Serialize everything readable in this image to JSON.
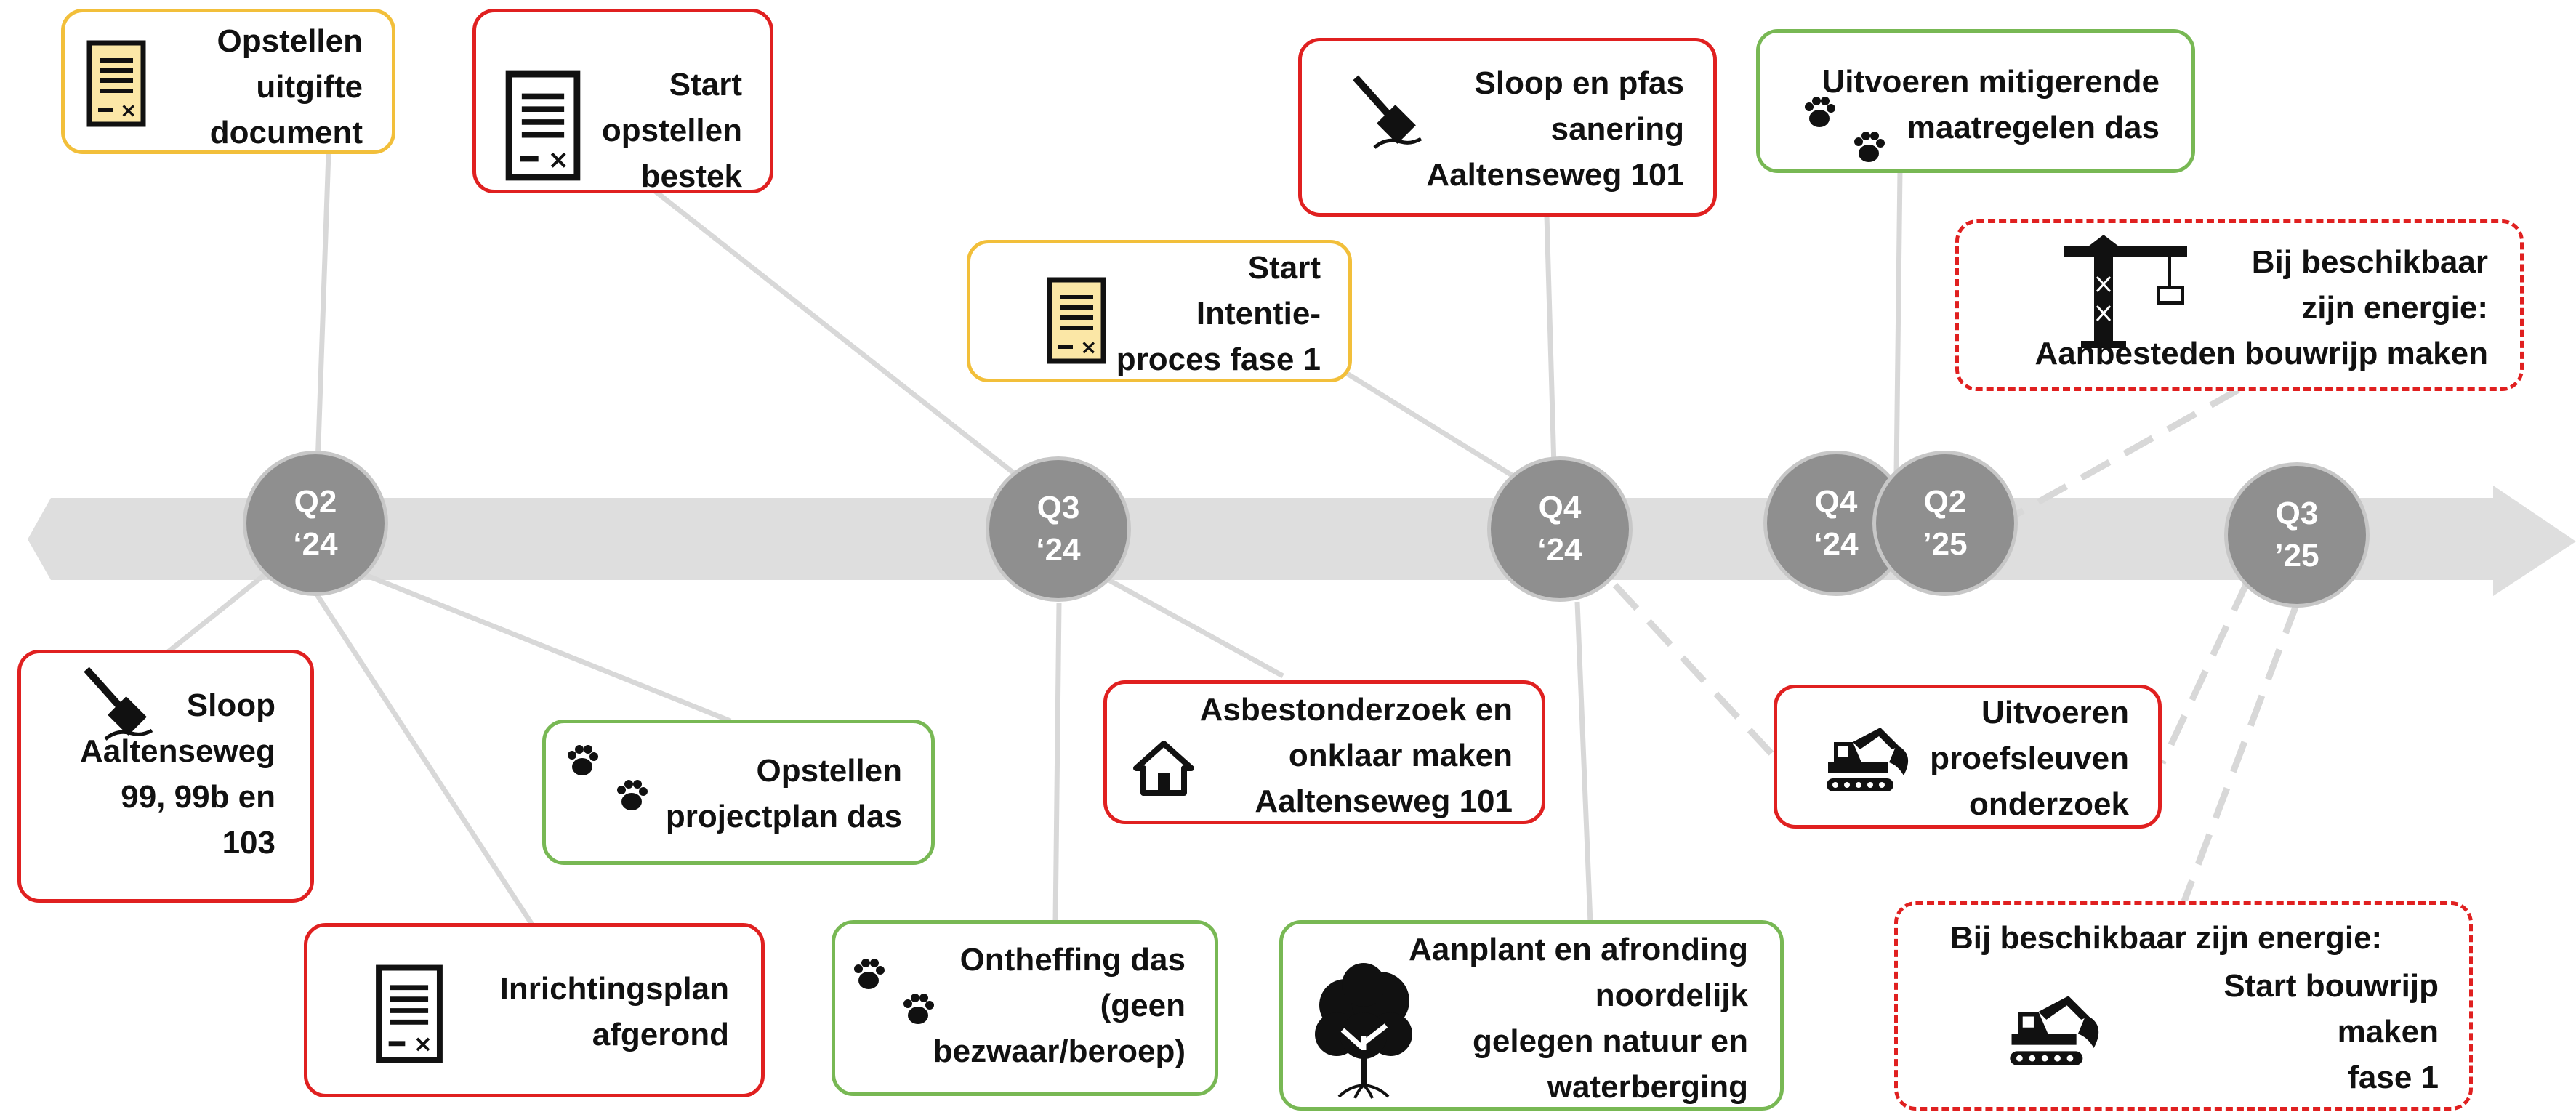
{
  "timeline": {
    "nodes": [
      {
        "id": "q2-24",
        "label": "Q2\n‘24"
      },
      {
        "id": "q3-24",
        "label": "Q3\n‘24"
      },
      {
        "id": "q4-24",
        "label": "Q4\n‘24"
      },
      {
        "id": "q4-24b",
        "label": "Q4\n‘24"
      },
      {
        "id": "q2-25",
        "label": "Q2\n’25"
      },
      {
        "id": "q3-25",
        "label": "Q3\n’25"
      }
    ]
  },
  "milestones": {
    "opstellen_uitgifte": {
      "text": "Opstellen\nuitgifte\ndocument",
      "status": "yellow",
      "icon": "document-icon"
    },
    "start_opstellen_bestek": {
      "text": "Start\nopstellen\nbestek",
      "status": "red",
      "icon": "document-icon"
    },
    "start_intentieproces": {
      "text": "Start\nIntentie-\nproces fase 1",
      "status": "yellow",
      "icon": "document-icon"
    },
    "sloop_pfas": {
      "text": "Sloop en pfas\nsanering\nAaltenseweg 101",
      "status": "red",
      "icon": "hammer-icon"
    },
    "mitigerende_maatregelen": {
      "text": "Uitvoeren mitigerende\nmaatregelen das",
      "status": "green",
      "icon": "paw-icon"
    },
    "aanbesteden_bouwrijp": {
      "text": "Bij beschikbaar\nzijn energie:\nAanbesteden bouwrijp maken",
      "status": "dashed-red",
      "icon": "crane-icon"
    },
    "sloop_aaltenseweg": {
      "text": "Sloop\nAaltenseweg\n99, 99b en\n103",
      "status": "red",
      "icon": "hammer-icon"
    },
    "inrichtingsplan": {
      "text": "Inrichtingsplan\nafgerond",
      "status": "red",
      "icon": "document-icon"
    },
    "projectplan_das": {
      "text": "Opstellen\nprojectplan das",
      "status": "green",
      "icon": "paw-icon"
    },
    "ontheffing_das": {
      "text": "Ontheffing das\n(geen\nbezwaar/beroep)",
      "status": "green",
      "icon": "paw-icon"
    },
    "asbestonderzoek": {
      "text": "Asbestonderzoek en\nonklaar maken\nAaltenseweg 101",
      "status": "red",
      "icon": "house-icon"
    },
    "aanplant_natuur": {
      "text": "Aanplant en afronding\nnoordelijk\ngelegen natuur en\nwaterberging",
      "status": "green",
      "icon": "tree-icon"
    },
    "proefsleuven": {
      "text": "Uitvoeren\nproefsleuven\nonderzoek",
      "status": "red",
      "icon": "excavator-icon"
    },
    "start_bouwrijp": {
      "heading": "Bij beschikbaar zijn energie:",
      "text": "Start bouwrijp\nmaken\nfase 1",
      "status": "dashed-red",
      "icon": "excavator-icon"
    }
  },
  "colors": {
    "red": "#e02020",
    "yellow": "#f2bf3a",
    "green": "#78b854",
    "node": "#8f8f8f",
    "arrow": "#dedede"
  }
}
